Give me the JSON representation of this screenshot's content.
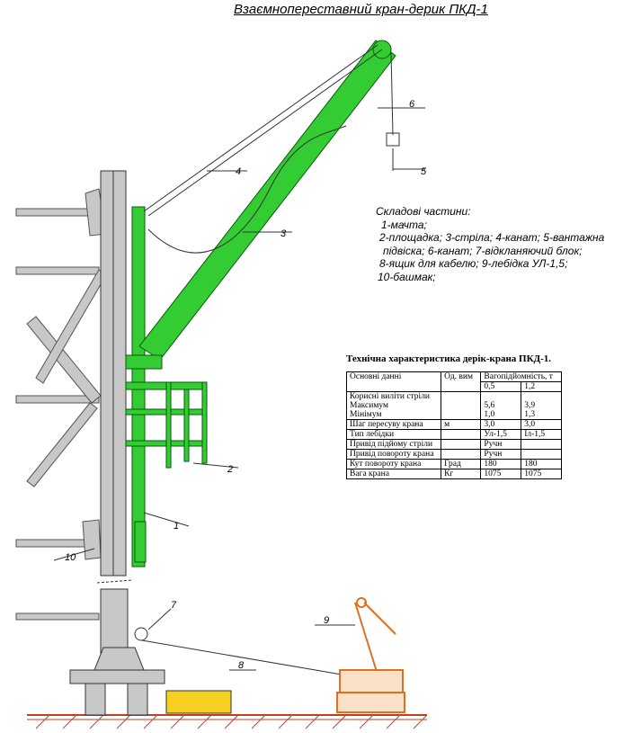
{
  "title": "Взаємнопереставний кран-дерик ПКД-1",
  "colors": {
    "crane_green": "#33cc33",
    "steel_gray": "#c8c8c8",
    "winch_orange": "#e07020",
    "timber": "#f5d020",
    "ground": "#c04020"
  },
  "callouts": [
    "1",
    "2",
    "3",
    "4",
    "5",
    "6",
    "7",
    "8",
    "9",
    "10"
  ],
  "parts": {
    "heading": "Складові частини:",
    "lines": [
      "1-мачта;",
      "2-площадка; 3-стріла; 4-канат; 5-вантажна",
      "підвіска; 6-канат; 7-відкланяючий блок;",
      "8-ящик для кабелю; 9-лебідка УЛ-1,5;",
      "10-башмак;"
    ]
  },
  "spec": {
    "title": "Технічна характеристика дерік-крана ПКД-1.",
    "header": {
      "col1": "Основні данні",
      "col2": "Од. вим",
      "col3": "Вагопідйомність, т",
      "sub1": "0,5",
      "sub2": "1,2"
    },
    "reach_label": "Корисні виліти стріли",
    "reach_max": "Максимум",
    "reach_min": "Мінімум",
    "rows": [
      {
        "label": "Шаг пересуву крана",
        "unit": "м",
        "v1": "3,0",
        "v2": "3,0"
      },
      {
        "label": "Тип лебідки",
        "unit": "",
        "v1": "Ул-1,5",
        "v2": "Іл-1,5"
      },
      {
        "label": "Привід підйому стріли",
        "unit": "",
        "v1": "Ручн",
        "v2": ""
      },
      {
        "label": "Привід повороту крана",
        "unit": "",
        "v1": "Ручн",
        "v2": ""
      },
      {
        "label": "Кут повороту крана",
        "unit": "Град",
        "v1": "180",
        "v2": "180"
      },
      {
        "label": "Вага крана",
        "unit": "Кг",
        "v1": "1075",
        "v2": "1075"
      }
    ],
    "reach_values": {
      "max1": "5,6",
      "max2": "3,9",
      "min1": "1,0",
      "min2": "1,3"
    }
  }
}
